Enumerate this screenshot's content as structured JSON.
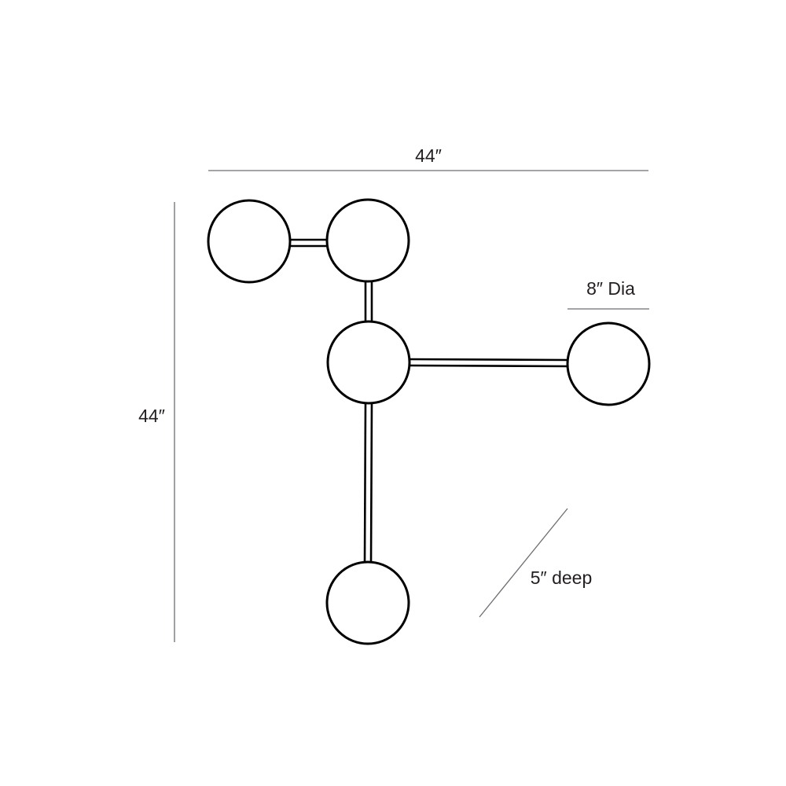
{
  "dimensions": {
    "width_label": "44″",
    "height_label": "44″",
    "globe_label": "8″ Dia",
    "depth_label": "5″ deep"
  },
  "colors": {
    "outline": "#000000",
    "dimension_line": "#6d6e71",
    "text": "#231f20"
  }
}
